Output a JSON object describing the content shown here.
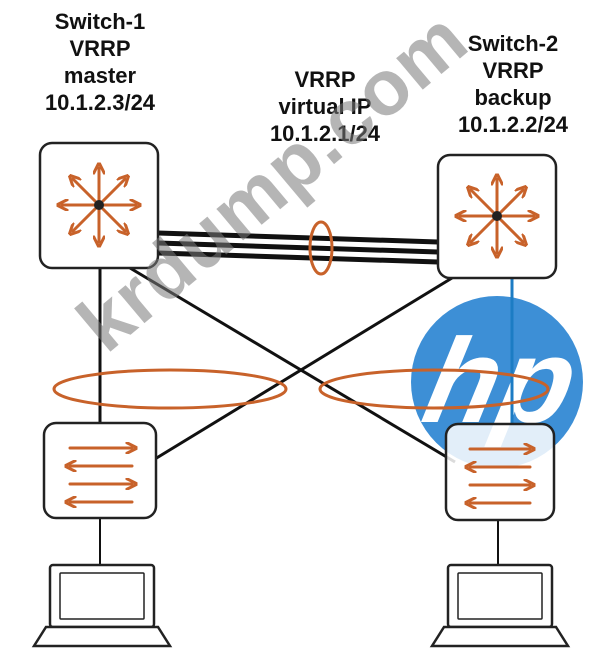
{
  "switch1": {
    "name": "Switch-1",
    "protocol": "VRRP",
    "role": "master",
    "ip": "10.1.2.3/24"
  },
  "virtual_ip": {
    "protocol": "VRRP",
    "label": "virtual IP",
    "ip": "10.1.2.1/24"
  },
  "switch2": {
    "name": "Switch-2",
    "protocol": "VRRP",
    "role": "backup",
    "ip": "10.1.2.2/24"
  },
  "watermark": {
    "text": "krdump.com",
    "logo_text": "hp"
  },
  "colors": {
    "router_arrows": "#c8622a",
    "link": "#111111",
    "lag_ring": "#c8622a",
    "hp_logo": "#3d8fd6",
    "device_outline": "#222222"
  }
}
